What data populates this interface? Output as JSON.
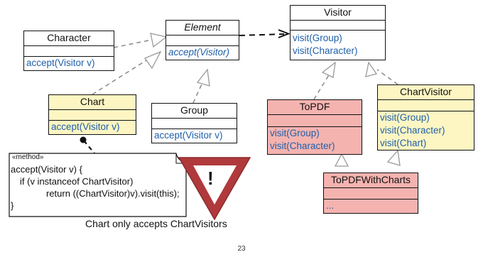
{
  "classes": {
    "visitor": {
      "name": "Visitor",
      "ops": [
        "visit(Group)",
        "visit(Character)"
      ]
    },
    "element": {
      "name": "Element",
      "op": "accept(Visitor)"
    },
    "character": {
      "name": "Character",
      "op": "accept(Visitor v)"
    },
    "chart": {
      "name": "Chart",
      "op": "accept(Visitor v)"
    },
    "group": {
      "name": "Group",
      "op": "accept(Visitor v)"
    },
    "topdf": {
      "name": "ToPDF",
      "ops": [
        "visit(Group)",
        "visit(Character)"
      ]
    },
    "chartvisitor": {
      "name": "ChartVisitor",
      "ops": [
        "visit(Group)",
        "visit(Character)",
        "visit(Chart)"
      ]
    },
    "topdfwithcharts": {
      "name": "ToPDFWithCharts",
      "op": "..."
    }
  },
  "note": {
    "stereotype": "«method»",
    "lines": [
      "accept(Visitor v) {",
      "if (v instanceof ChartVisitor)",
      "return ((ChartVisitor)v).visit(this);",
      "}"
    ]
  },
  "warning_symbol": "!",
  "caption": "Chart only accepts ChartVisitors",
  "page_number": "23",
  "colors": {
    "operation_text": "#1f5fa8",
    "yellow_fill": "#fdf6c3",
    "pink_fill": "#f5b3b0",
    "warning_red": "#b0393c"
  }
}
